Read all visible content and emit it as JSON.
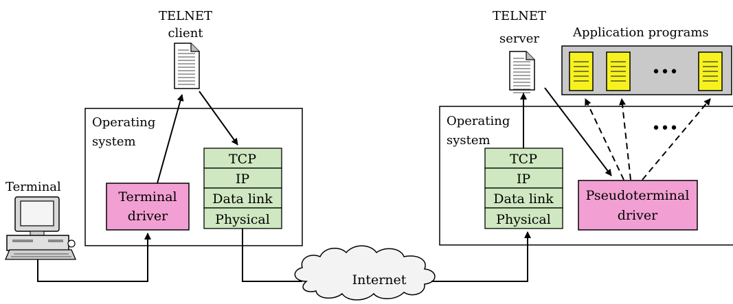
{
  "client": {
    "telnet_label_line1": "TELNET",
    "telnet_label_line2": "client",
    "os_label_line1": "Operating",
    "os_label_line2": "system",
    "terminal_label": "Terminal",
    "terminal_driver_line1": "Terminal",
    "terminal_driver_line2": "driver",
    "stack": [
      "TCP",
      "IP",
      "Data link",
      "Physical"
    ]
  },
  "server": {
    "telnet_label_line1": "TELNET",
    "telnet_label_line2": "server",
    "os_label_line1": "Operating",
    "os_label_line2": "system",
    "apps_label": "Application programs",
    "apps_ellipsis": "•••",
    "connections_ellipsis": "•••",
    "pseudo_driver_line1": "Pseudoterminal",
    "pseudo_driver_line2": "driver",
    "stack": [
      "TCP",
      "IP",
      "Data link",
      "Physical"
    ]
  },
  "network": {
    "label": "Internet"
  },
  "colors": {
    "driver_fill": "#f2a0d3",
    "stack_fill": "#cfe8c1",
    "app_fill": "#f7f21e",
    "apps_panel_fill": "#c9c9c9"
  },
  "icons": [
    "document-icon",
    "computer-terminal-icon",
    "cloud-icon",
    "app-document-icon"
  ]
}
